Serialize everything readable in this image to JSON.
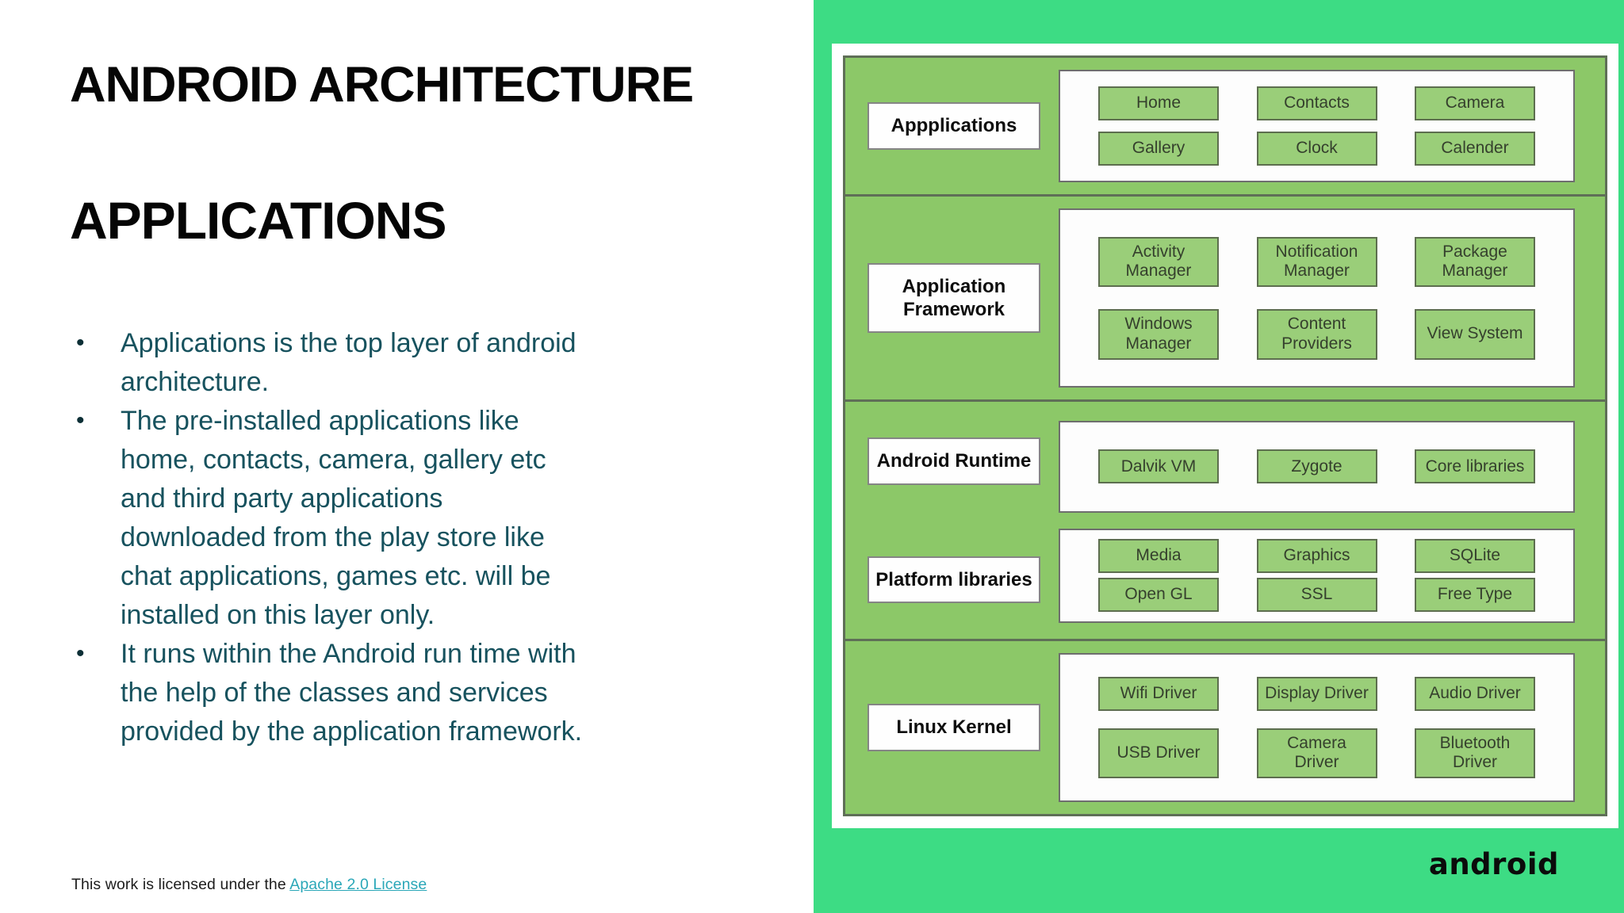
{
  "slide": {
    "title": "ANDROID ARCHITECTURE",
    "subtitle": "APPLICATIONS",
    "bullet_char": "•",
    "bullets": [
      "Applications is the top layer of android architecture.",
      "The pre-installed applications like home, contacts, camera, gallery etc and third party applications downloaded from the play store like chat applications, games etc. will be installed on this layer only.",
      "It runs within the Android run time with the help of the classes and services provided by the application framework."
    ],
    "license": {
      "prefix": "This work is licensed under the ",
      "link": "Apache 2.0 License"
    }
  },
  "branding": {
    "wordmark": "android"
  },
  "colors": {
    "android_green": "#3ddc84",
    "diagram_green": "#8cc868",
    "box_green": "#9ace79",
    "bullet_teal": "#17525e",
    "link_teal": "#2aa7b8"
  },
  "diagram": {
    "sections": [
      {
        "rows": [
          {
            "label": "Appplications",
            "box_rows": [
              [
                "Home",
                "Contacts",
                "Camera"
              ],
              [
                "Gallery",
                "Clock",
                "Calender"
              ]
            ]
          }
        ]
      },
      {
        "rows": [
          {
            "label": "Application Framework",
            "box_rows": [
              [
                "Activity Manager",
                "Notification Manager",
                "Package Manager"
              ],
              [
                "Windows Manager",
                "Content Providers",
                "View System"
              ]
            ]
          }
        ]
      },
      {
        "rows": [
          {
            "label": "Android Runtime",
            "box_rows": [
              [
                "Dalvik VM",
                "Zygote",
                "Core libraries"
              ]
            ]
          },
          {
            "label": "Platform libraries",
            "box_rows": [
              [
                "Media",
                "Graphics",
                "SQLite"
              ],
              [
                "Open GL",
                "SSL",
                "Free Type"
              ]
            ]
          }
        ]
      },
      {
        "rows": [
          {
            "label": "Linux Kernel",
            "box_rows": [
              [
                "Wifi Driver",
                "Display Driver",
                "Audio Driver"
              ],
              [
                "USB Driver",
                "Camera Driver",
                "Bluetooth Driver"
              ]
            ]
          }
        ]
      }
    ]
  }
}
